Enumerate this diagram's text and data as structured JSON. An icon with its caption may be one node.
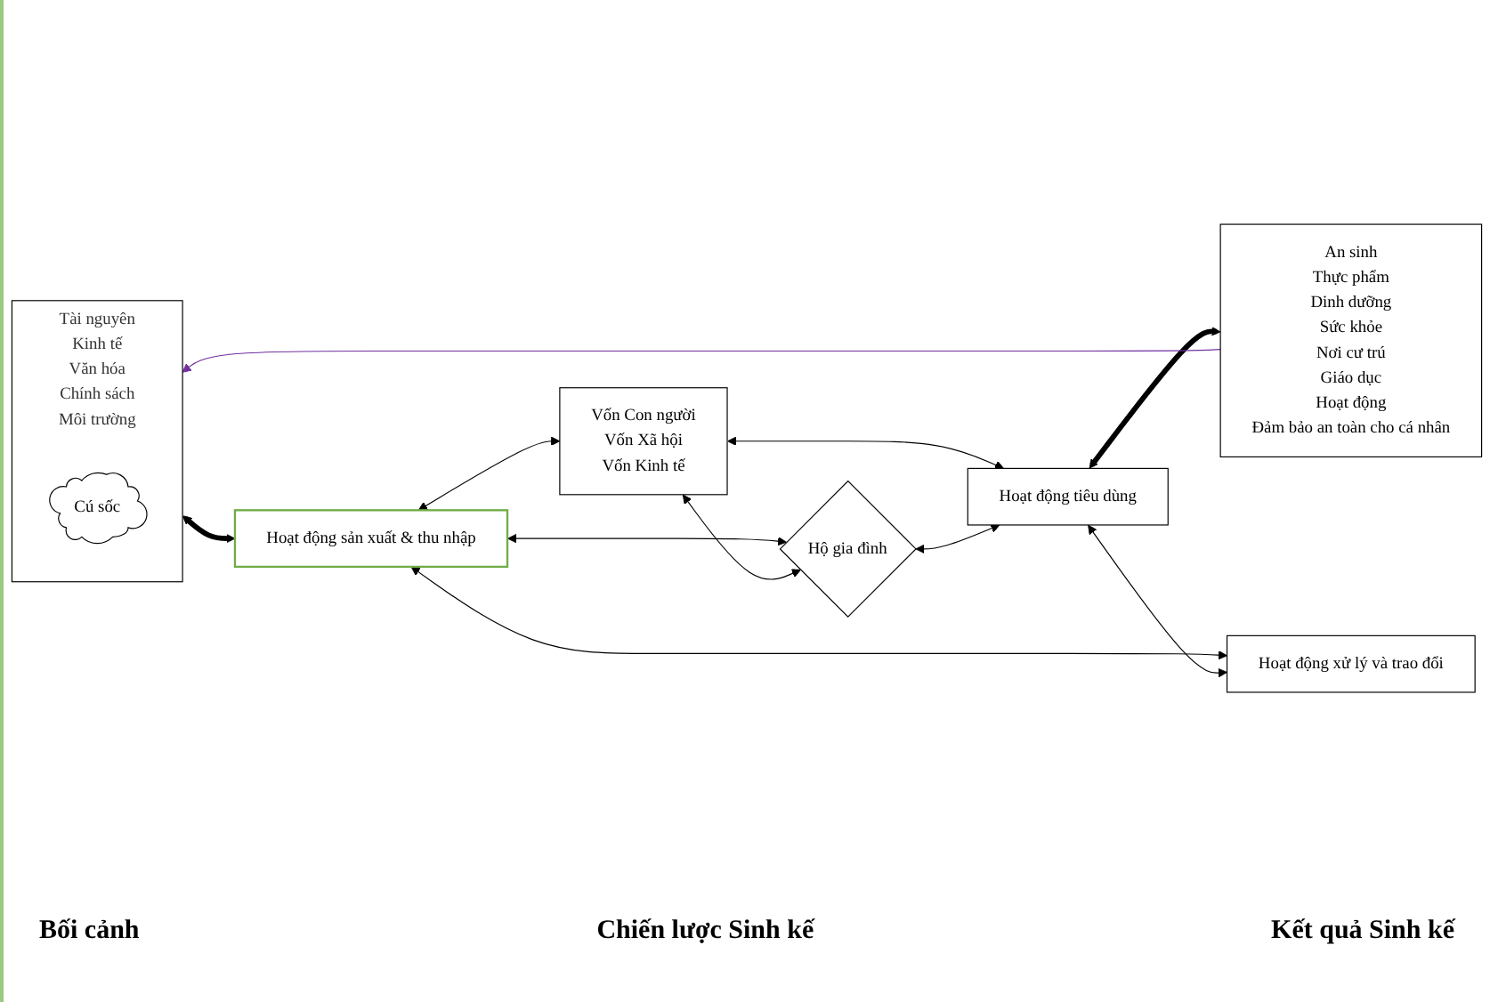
{
  "diagram": {
    "nodes": [
      {
        "text": [
          "Tài nguyên",
          "Kinh tế",
          "Văn hóa",
          "Chính sách",
          "Môi trường"
        ]
      },
      {
        "text": [
          "Cú sốc"
        ],
        "in": 0
      },
      {
        "text": [
          "Vốn Con người",
          "Vốn Xã hội",
          "Vốn Kinh tế"
        ]
      },
      {
        "text": [
          "Hoạt động sản xuất & thu nhập"
        ]
      },
      {
        "text": [
          "Hộ gia đình"
        ]
      },
      {
        "text": [
          "Hoạt động tiêu dùng"
        ]
      },
      {
        "text": [
          "Hoạt động xử lý và trao đổi"
        ]
      },
      {
        "text": [
          "An sinh",
          "Thực phẩm",
          "Dinh dưỡng",
          "Sức khỏe",
          "Nơi cư trú",
          "Giáo dục",
          "Hoạt động",
          "Đảm bảo an toàn cho cá nhân"
        ]
      }
    ],
    "edges": [
      {
        "from": 0,
        "to": 3,
        "arrow": "both",
        "style": "thick"
      },
      {
        "from": 3,
        "to": 2,
        "arrow": "both"
      },
      {
        "from": 3,
        "to": 4,
        "arrow": "both"
      },
      {
        "from": 2,
        "to": 4,
        "arrow": "both"
      },
      {
        "from": 2,
        "to": 5,
        "arrow": "both"
      },
      {
        "from": 4,
        "to": 5,
        "arrow": "both"
      },
      {
        "from": 5,
        "to": 7,
        "arrow": "both",
        "style": "thick"
      },
      {
        "from": 3,
        "to": 6,
        "arrow": "both"
      },
      {
        "from": 5,
        "to": 6,
        "arrow": "both"
      },
      {
        "from": 7,
        "to": 0,
        "arrow": "to",
        "color": "#7030a0"
      }
    ],
    "labels": [
      "Bối cảnh",
      "Chiến lược Sinh kế",
      "Kết quả Sinh kế"
    ]
  }
}
